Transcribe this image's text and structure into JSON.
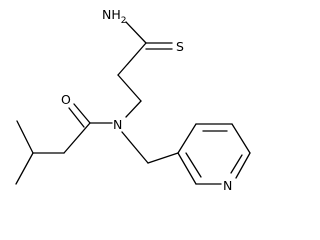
{
  "atoms": {
    "amine_n": "NH",
    "amine_sub": "2",
    "thio_s": "S",
    "carbonyl_o": "O",
    "amide_n": "N",
    "pyridine_n": "N"
  }
}
